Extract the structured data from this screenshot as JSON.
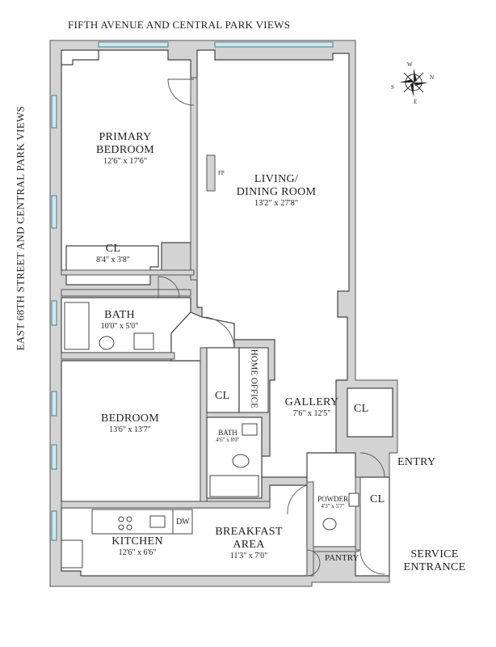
{
  "views": {
    "top": "FIFTH AVENUE AND CENTRAL PARK VIEWS",
    "left": "EAST 68TH STREET AND CENTRAL PARK VIEWS"
  },
  "compass": {
    "w": "W",
    "n": "N",
    "s": "S",
    "e": "E"
  },
  "rooms": {
    "primary_bedroom": {
      "name1": "PRIMARY",
      "name2": "BEDROOM",
      "dims": "12'6\" x 17'6\""
    },
    "living_dining": {
      "name1": "LIVING/",
      "name2": "DINING ROOM",
      "dims": "13'2\" x 27'8\""
    },
    "fp": "FP",
    "closet_primary": {
      "name": "CL",
      "dims": "8'4\" x 3'8\""
    },
    "bath_primary": {
      "name": "BATH",
      "dims": "10'0\" x 5'0\""
    },
    "closet_gallery_side": "CL",
    "home_office": "HOME OFFICE",
    "gallery": {
      "name": "GALLERY",
      "dims": "7'6\" x 12'5\""
    },
    "closet_gallery": "CL",
    "bedroom": {
      "name": "BEDROOM",
      "dims": "13'6\" x 13'7\""
    },
    "bath_small": {
      "name": "BATH",
      "dims": "4'6\" x 8'0\""
    },
    "entry": "ENTRY",
    "powder": {
      "name": "POWDER",
      "dims": "4'3\" x 5'7\""
    },
    "closet_entry": "CL",
    "dw": "DW",
    "kitchen": {
      "name": "KITCHEN",
      "dims": "12'6\" x 6'6\""
    },
    "breakfast": {
      "name1": "BREAKFAST",
      "name2": "AREA",
      "dims": "11'3\" x 7'0\""
    },
    "pantry": "PANTRY",
    "service_entrance": {
      "line1": "SERVICE",
      "line2": "ENTRANCE"
    }
  }
}
